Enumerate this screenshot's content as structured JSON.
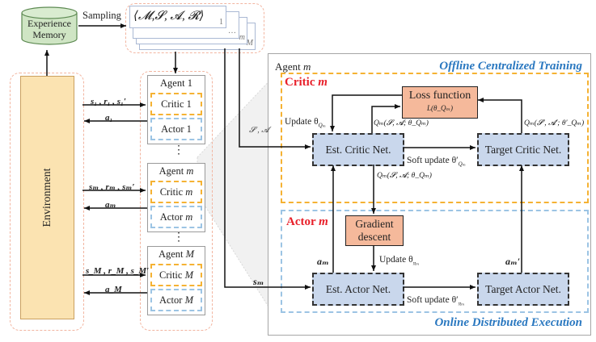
{
  "experience_memory": {
    "line1": "Experience",
    "line2": "Memory"
  },
  "sampling_label": "Sampling",
  "tuple": {
    "text": "⟨𝓜,𝓢, 𝓐, 𝓡⟩",
    "index_1": "1",
    "index_dots": "…",
    "index_m": "m",
    "index_M": "M"
  },
  "environment_label": "Environment",
  "agents": [
    {
      "title": "Agent 1",
      "title_var": "",
      "critic": "Critic 1",
      "critic_var": "",
      "actor": "Actor 1",
      "actor_var": "",
      "obs_label": "s₁ , r₁ , s₁′",
      "action_label": "a₁"
    },
    {
      "title": "Agent ",
      "title_var": "m",
      "critic": "Critic ",
      "critic_var": "m",
      "actor": "Actor ",
      "actor_var": "m",
      "obs_label": "sₘ , rₘ , sₘ′",
      "action_label": "aₘ"
    },
    {
      "title": "Agent ",
      "title_var": "M",
      "critic": "Critic ",
      "critic_var": "M",
      "actor": "Actor ",
      "actor_var": "M",
      "obs_label": "s_M , r_M , s_M′",
      "action_label": "a_M"
    }
  ],
  "vdots": "⋮",
  "panel": {
    "agent_label": "Agent ",
    "agent_var": "m",
    "offline_title": "Offline Centralized Training",
    "online_title": "Online Distributed Execution",
    "sa_label": "𝓢 , 𝓐",
    "sm_label": "sₘ"
  },
  "critic_region": {
    "title": "Critic ",
    "title_var": "m",
    "loss_box": {
      "label": "Loss function",
      "formula": "L(θ_Qₘ)"
    },
    "update_label": "Update θ",
    "update_sub": "Qₘ",
    "q_est_label": "Qₘ(𝓢, 𝓐; θ_Qₘ)",
    "q_target_label": "Qₘ(𝓢′, 𝓐′; θ′_Qₘ)",
    "est_net": "Est. Critic Net.",
    "target_net": "Target Critic Net.",
    "soft_update": "Soft update θ′",
    "soft_update_sub": "Qₘ",
    "q_down_label": "Qₘ(𝓢, 𝓐; θ_Qₘ)"
  },
  "actor_region": {
    "title": "Actor ",
    "title_var": "m",
    "gradient_box": {
      "line1": "Gradient",
      "line2": "descent"
    },
    "update_label": "Update θ",
    "update_sub": "πₘ",
    "am_label": "aₘ",
    "am_prime_label": "aₘ′",
    "est_net": "Est. Actor Net.",
    "target_net": "Target Actor Net.",
    "soft_update": "Soft update θ′",
    "soft_update_sub": "πₘ"
  },
  "colors": {
    "critic_dash": "#f5b233",
    "actor_dash": "#9cc4e4",
    "net_fill": "#c9d7ec",
    "orange_box": "#f5b99b",
    "environment": "#fbe3b1",
    "memory": "#cfe5c4",
    "region_title": "#e8202a",
    "phase_title": "#2a78c0"
  }
}
